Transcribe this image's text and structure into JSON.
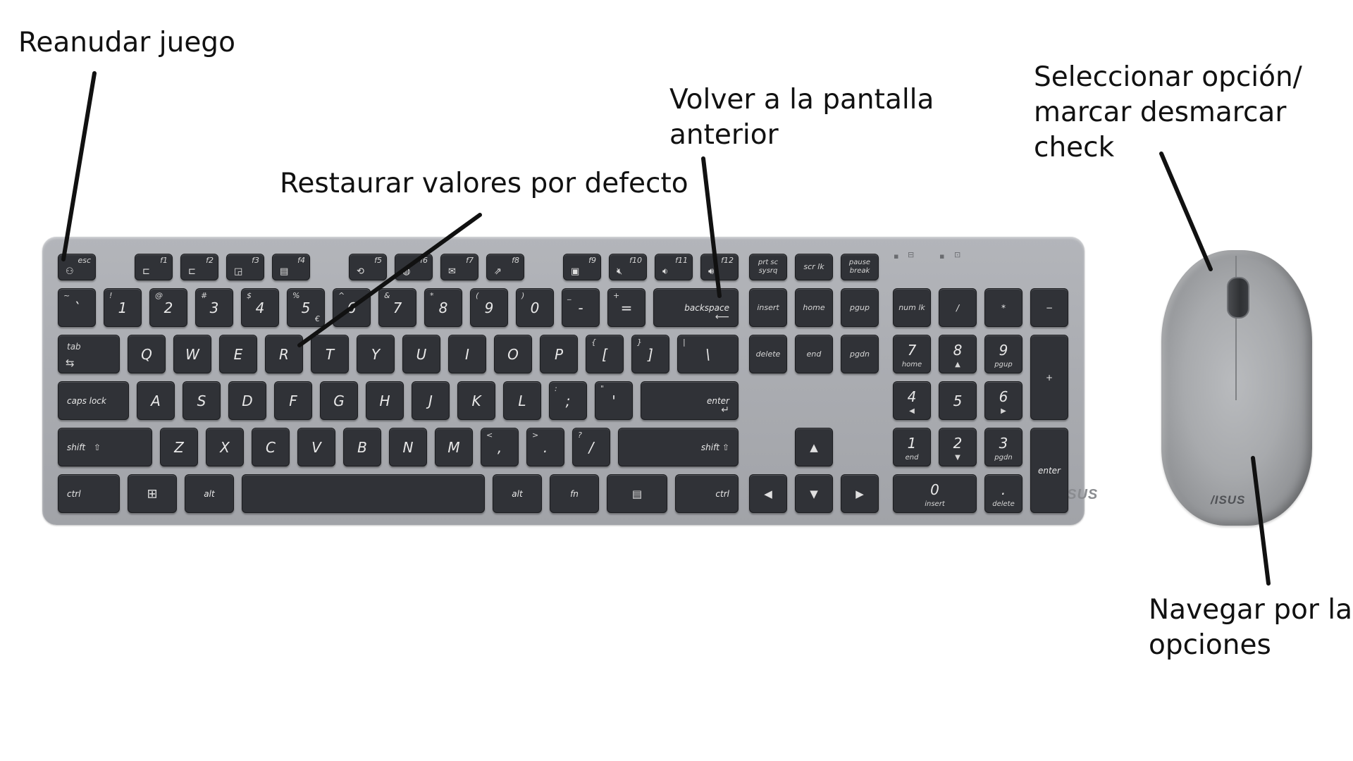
{
  "annotations": {
    "resume": "Reanudar juego",
    "restore": "Restaurar valores por defecto",
    "back_line1": "Volver a la pantalla",
    "back_line2": "anterior",
    "select_line1": "Seleccionar opción/",
    "select_line2": "marcar desmarcar",
    "select_line3": "check",
    "navigate_line1": "Navegar por las",
    "navigate_line2": "opciones"
  },
  "brand": {
    "keyboard_logo": "/ISUS",
    "mouse_logo": "/ISUS"
  },
  "colors": {
    "key": "#303237",
    "keyboard_body": "#acaeb3",
    "mouse_body": "#a8aaad",
    "callout_line": "#111111"
  },
  "keys": {
    "esc": "esc",
    "f1": "f1",
    "f2": "f2",
    "f3": "f3",
    "f4": "f4",
    "f5": "f5",
    "f6": "f6",
    "f7": "f7",
    "f8": "f8",
    "f9": "f9",
    "f10": "f10",
    "f11": "f11",
    "f12": "f12",
    "prtsc": "prt sc",
    "sysrq": "sysrq",
    "scrlk": "scr lk",
    "pause": "pause",
    "break": "break",
    "tilde": "~",
    "grave": "`",
    "n1": "1",
    "n1s": "!",
    "n2": "2",
    "n2s": "@",
    "n3": "3",
    "n3s": "#",
    "n4": "4",
    "n4s": "$",
    "n5": "5",
    "n5s": "%",
    "n5e": "€",
    "n6": "6",
    "n6s": "^",
    "n7": "7",
    "n7s": "&",
    "n8": "8",
    "n8s": "*",
    "n9": "9",
    "n9s": "(",
    "n0": "0",
    "n0s": ")",
    "minus": "-",
    "minus_s": "_",
    "equal": "=",
    "equal_s": "+",
    "backspace": "backspace",
    "insert": "insert",
    "home": "home",
    "pgup": "pgup",
    "delete": "delete",
    "end": "end",
    "pgdn": "pgdn",
    "numlk": "num lk",
    "slash": "/",
    "star": "*",
    "np_minus": "−",
    "np_plus": "+",
    "np_enter": "enter",
    "tab": "tab",
    "q": "Q",
    "w": "W",
    "e": "E",
    "r": "R",
    "t": "T",
    "y": "Y",
    "u": "U",
    "i": "I",
    "o": "O",
    "p": "P",
    "lbr": "[",
    "lbr_s": "{",
    "rbr": "]",
    "rbr_s": "}",
    "bslash": "\\",
    "bslash_s": "|",
    "np7": "7",
    "np7s": "home",
    "np8": "8",
    "np8s": "▲",
    "np9": "9",
    "np9s": "pgup",
    "capslock": "caps lock",
    "a": "A",
    "s": "S",
    "d": "D",
    "f": "F",
    "g": "G",
    "h": "H",
    "j": "J",
    "k": "K",
    "l": "L",
    "semi": ";",
    "semi_s": ":",
    "quote": "'",
    "quote_s": "\"",
    "enter": "enter",
    "np4": "4",
    "np4s": "◀",
    "np5": "5",
    "np6": "6",
    "np6s": "▶",
    "lshift": "shift",
    "z": "Z",
    "x": "X",
    "c": "C",
    "v": "V",
    "b": "B",
    "n": "N",
    "m": "M",
    "comma": ",",
    "comma_s": "<",
    "period": ".",
    "period_s": ">",
    "fslash": "/",
    "fslash_s": "?",
    "rshift": "shift",
    "up": "▲",
    "np1": "1",
    "np1s": "end",
    "np2": "2",
    "np2s": "▼",
    "np3": "3",
    "np3s": "pgdn",
    "lctrl": "ctrl",
    "lalt": "alt",
    "ralt": "alt",
    "fn": "fn",
    "rctrl": "ctrl",
    "left": "◀",
    "down": "▼",
    "right": "▶",
    "np0": "0",
    "np0s": "insert",
    "npdot": ".",
    "npdot_s": "delete"
  }
}
